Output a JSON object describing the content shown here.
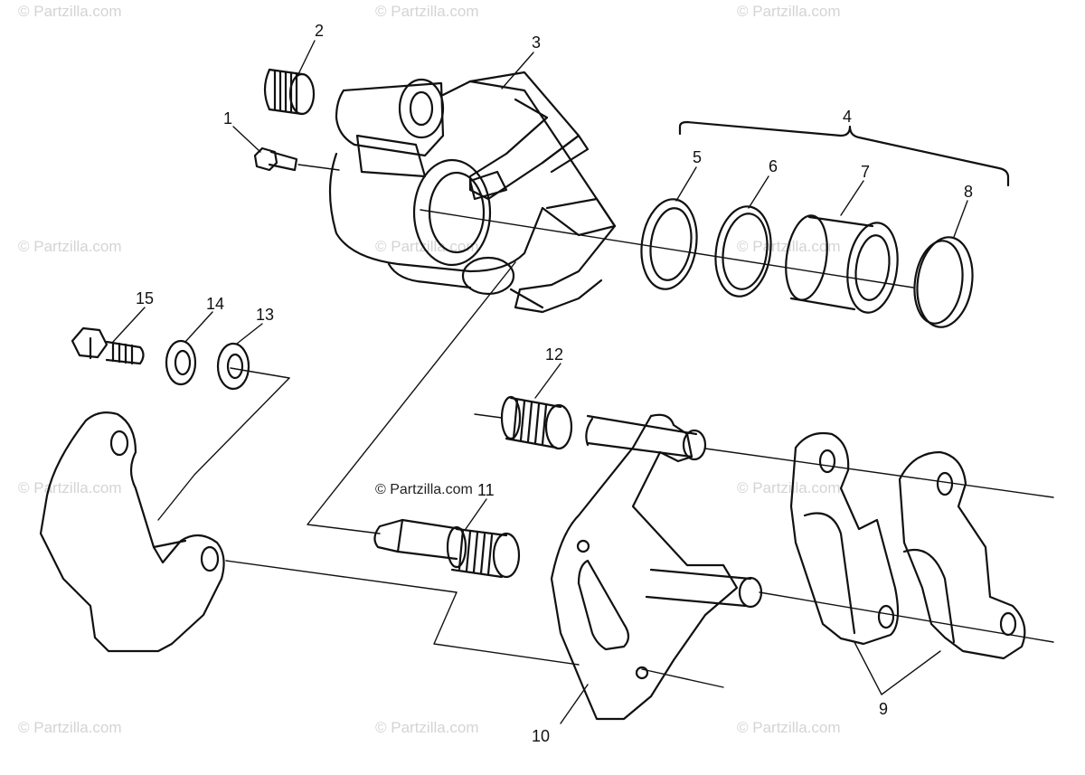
{
  "watermark": {
    "text": "© Partzilla.com",
    "color": "#d0d0d0"
  },
  "center_mark": "© Partzilla.com",
  "callouts": {
    "c1": "1",
    "c2": "2",
    "c3": "3",
    "c4": "4",
    "c5": "5",
    "c6": "6",
    "c7": "7",
    "c8": "8",
    "c9": "9",
    "c10": "10",
    "c11": "11",
    "c12": "12",
    "c13": "13",
    "c14": "14",
    "c15": "15"
  },
  "colors": {
    "line": "#111111",
    "background": "#ffffff"
  }
}
